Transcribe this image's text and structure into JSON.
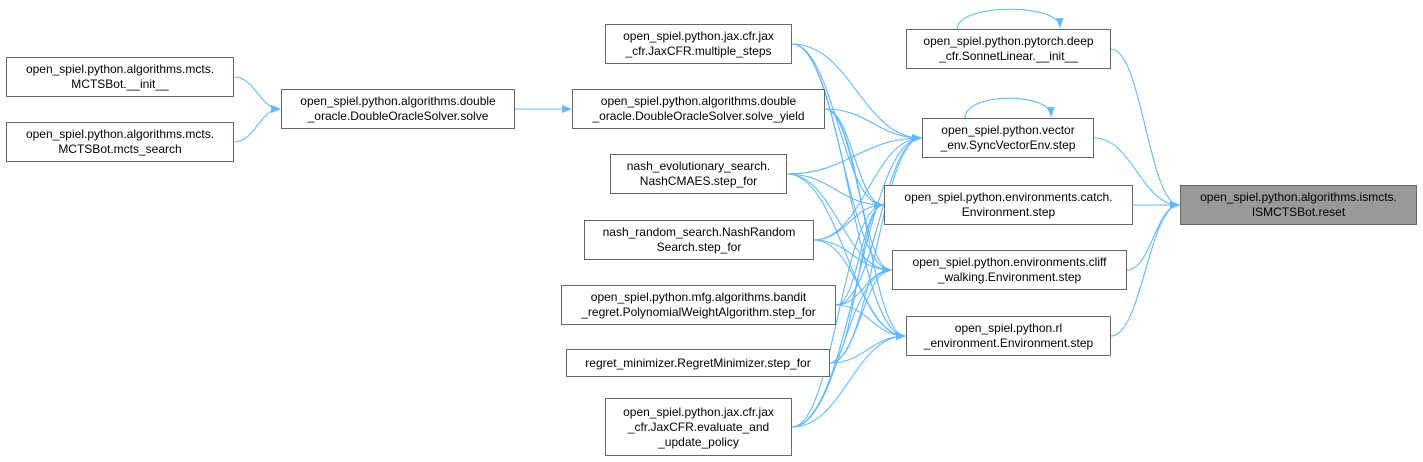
{
  "colors": {
    "edge": "#63b8ff",
    "node_border": "#666666",
    "focus_fill": "#999999"
  },
  "nodes": [
    {
      "id": "mcts_init",
      "lines": [
        "open_spiel.python.algorithms.mcts.",
        "MCTSBot.__init__"
      ]
    },
    {
      "id": "mcts_search",
      "lines": [
        "open_spiel.python.algorithms.mcts.",
        "MCTSBot.mcts_search"
      ]
    },
    {
      "id": "do_solve",
      "lines": [
        "open_spiel.python.algorithms.double",
        "_oracle.DoubleOracleSolver.solve"
      ]
    },
    {
      "id": "do_solve_yield",
      "lines": [
        "open_spiel.python.algorithms.double",
        "_oracle.DoubleOracleSolver.solve_yield"
      ]
    },
    {
      "id": "jax_multiple_steps",
      "lines": [
        "open_spiel.python.jax.cfr.jax",
        "_cfr.JaxCFR.multiple_steps"
      ]
    },
    {
      "id": "nash_evo",
      "lines": [
        "nash_evolutionary_search.",
        "NashCMAES.step_for"
      ]
    },
    {
      "id": "nash_random",
      "lines": [
        "nash_random_search.NashRandom",
        "Search.step_for"
      ]
    },
    {
      "id": "bandit_regret",
      "lines": [
        "open_spiel.python.mfg.algorithms.bandit",
        "_regret.PolynomialWeightAlgorithm.step_for"
      ]
    },
    {
      "id": "regret_min",
      "lines": [
        "regret_minimizer.RegretMinimizer.step_for"
      ]
    },
    {
      "id": "jax_eval",
      "lines": [
        "open_spiel.python.jax.cfr.jax",
        "_cfr.JaxCFR.evaluate_and",
        "_update_policy"
      ]
    },
    {
      "id": "sonnet_linear",
      "lines": [
        "open_spiel.python.pytorch.deep",
        "_cfr.SonnetLinear.__init__"
      ]
    },
    {
      "id": "sync_vector",
      "lines": [
        "open_spiel.python.vector",
        "_env.SyncVectorEnv.step"
      ]
    },
    {
      "id": "catch_env",
      "lines": [
        "open_spiel.python.environments.catch.",
        "Environment.step"
      ]
    },
    {
      "id": "cliff_env",
      "lines": [
        "open_spiel.python.environments.cliff",
        "_walking.Environment.step"
      ]
    },
    {
      "id": "rl_env",
      "lines": [
        "open_spiel.python.rl",
        "_environment.Environment.step"
      ]
    },
    {
      "id": "ismcts_reset",
      "lines": [
        "open_spiel.python.algorithms.ismcts.",
        "ISMCTSBot.reset"
      ],
      "focus": true
    }
  ],
  "edges": [
    [
      "mcts_init",
      "do_solve"
    ],
    [
      "mcts_search",
      "do_solve"
    ],
    [
      "do_solve",
      "do_solve_yield"
    ],
    [
      "do_solve_yield",
      "sync_vector"
    ],
    [
      "do_solve_yield",
      "catch_env"
    ],
    [
      "do_solve_yield",
      "cliff_env"
    ],
    [
      "do_solve_yield",
      "rl_env"
    ],
    [
      "jax_multiple_steps",
      "sync_vector"
    ],
    [
      "jax_multiple_steps",
      "catch_env"
    ],
    [
      "jax_multiple_steps",
      "cliff_env"
    ],
    [
      "jax_multiple_steps",
      "rl_env"
    ],
    [
      "nash_evo",
      "sync_vector"
    ],
    [
      "nash_evo",
      "catch_env"
    ],
    [
      "nash_evo",
      "cliff_env"
    ],
    [
      "nash_evo",
      "rl_env"
    ],
    [
      "nash_random",
      "sync_vector"
    ],
    [
      "nash_random",
      "catch_env"
    ],
    [
      "nash_random",
      "cliff_env"
    ],
    [
      "nash_random",
      "rl_env"
    ],
    [
      "bandit_regret",
      "sync_vector"
    ],
    [
      "bandit_regret",
      "catch_env"
    ],
    [
      "bandit_regret",
      "cliff_env"
    ],
    [
      "bandit_regret",
      "rl_env"
    ],
    [
      "regret_min",
      "sync_vector"
    ],
    [
      "regret_min",
      "catch_env"
    ],
    [
      "regret_min",
      "cliff_env"
    ],
    [
      "regret_min",
      "rl_env"
    ],
    [
      "jax_eval",
      "sync_vector"
    ],
    [
      "jax_eval",
      "catch_env"
    ],
    [
      "jax_eval",
      "cliff_env"
    ],
    [
      "jax_eval",
      "rl_env"
    ],
    [
      "sonnet_linear",
      "sonnet_linear"
    ],
    [
      "sync_vector",
      "sync_vector"
    ],
    [
      "sonnet_linear",
      "ismcts_reset"
    ],
    [
      "sync_vector",
      "ismcts_reset"
    ],
    [
      "catch_env",
      "ismcts_reset"
    ],
    [
      "cliff_env",
      "ismcts_reset"
    ],
    [
      "rl_env",
      "ismcts_reset"
    ]
  ]
}
